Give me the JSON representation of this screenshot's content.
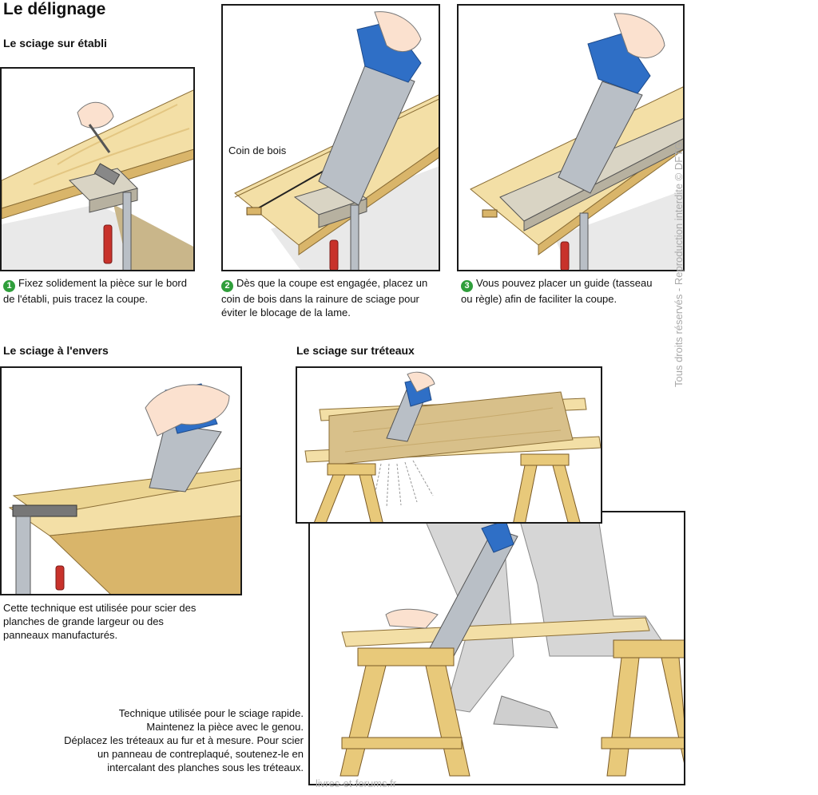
{
  "title": "Le délignage",
  "sections": {
    "etabli": "Le sciage sur établi",
    "envers": "Le sciage à l'envers",
    "treteaux": "Le sciage sur tréteaux"
  },
  "steps": [
    {
      "num": "1",
      "text": "Fixez solidement la pièce sur le bord de l'établi, puis tracez la coupe."
    },
    {
      "num": "2",
      "text": "Dès que la coupe est engagée, placez un coin de bois dans la rainure de sciage pour éviter le blocage de la lame."
    },
    {
      "num": "3",
      "text": "Vous pouvez placer un guide (tasseau ou règle) afin de faciliter la coupe."
    }
  ],
  "callout_coin": "Coin de bois",
  "envers_caption": "Cette technique est utilisée pour scier des planches de grande largeur ou des panneaux manufacturés.",
  "treteaux_caption": [
    "Technique utilisée pour le sciage rapide.",
    "Maintenez la pièce avec le genou.",
    "Déplacez les tréteaux au fur et à mesure. Pour scier",
    "un panneau de contreplaqué, soutenez-le en",
    "intercalant des planches sous les tréteaux."
  ],
  "watermark_side": "Tous droits réservés - Reproduction interdite © DFTG",
  "watermark_bottom": "livres-et-forums.fr",
  "colors": {
    "wood": "#f3dfa6",
    "wood_dark": "#d9b56a",
    "saw_handle": "#2f6fc6",
    "saw_blade": "#b9bfc6",
    "clamp_red": "#c8322b",
    "step_badge": "#2f9e3b"
  }
}
